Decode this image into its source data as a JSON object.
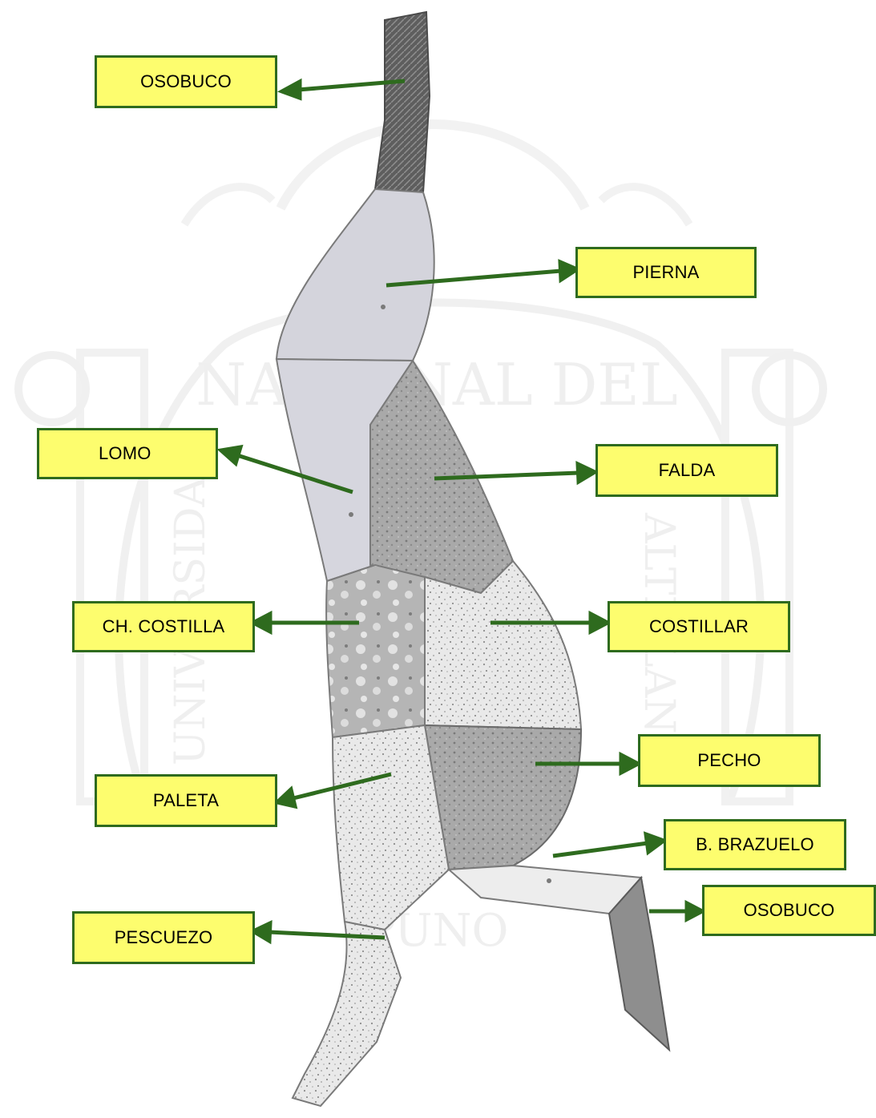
{
  "labels": {
    "osobuco_top": "OSOBUCO",
    "pierna": "PIERNA",
    "lomo": "LOMO",
    "falda": "FALDA",
    "ch_costilla": "CH. COSTILLA",
    "costillar": "COSTILLAR",
    "pecho": "PECHO",
    "paleta": "PALETA",
    "b_brazuelo": "B. BRAZUELO",
    "pescuezo": "PESCUEZO",
    "osobuco_bottom": "OSOBUCO"
  },
  "watermark": {
    "top_text": "NACIONAL DEL",
    "left_text": "UNIVERSIDAD",
    "right_text": "ALTIPLANO",
    "bottom_text": "PUNO"
  },
  "colors": {
    "label_fill": "#fdfd6e",
    "label_border": "#2e6b1e",
    "arrow": "#2e6b1e",
    "carcass_light": "#d6d6dc",
    "carcass_mid": "#bdbdbd",
    "carcass_dark": "#8a8a8a",
    "watermark": "#e6e6e6"
  }
}
